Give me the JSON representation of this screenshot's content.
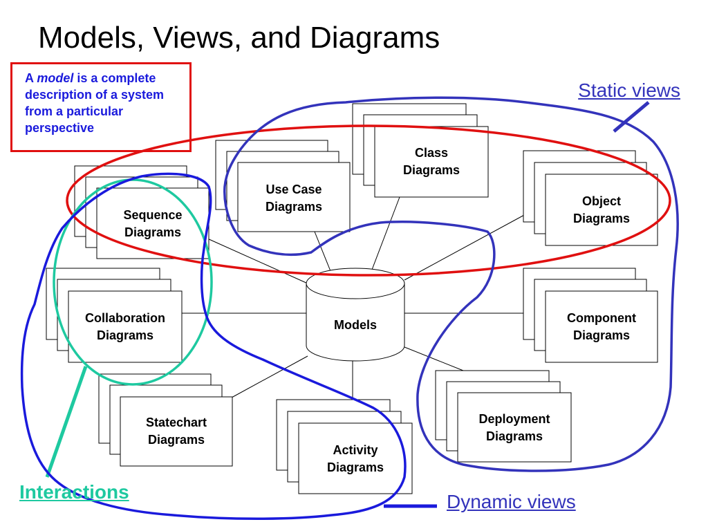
{
  "title": "Models, Views, and Diagrams",
  "definition": {
    "prefix": "A ",
    "emphasis": "model",
    "rest": " is a complete description of a system from a particular perspective"
  },
  "callouts": {
    "static_views": "Static views",
    "dynamic_views": "Dynamic views",
    "interactions": "Interactions"
  },
  "center": "Models",
  "diagrams": [
    {
      "id": "sequence",
      "line1": "Sequence",
      "line2": "Diagrams"
    },
    {
      "id": "use-case",
      "line1": "Use Case",
      "line2": "Diagrams"
    },
    {
      "id": "class",
      "line1": "Class",
      "line2": "Diagrams"
    },
    {
      "id": "object",
      "line1": "Object",
      "line2": "Diagrams"
    },
    {
      "id": "collaboration",
      "line1": "Collaboration",
      "line2": "Diagrams"
    },
    {
      "id": "component",
      "line1": "Component",
      "line2": "Diagrams"
    },
    {
      "id": "statechart",
      "line1": "Statechart",
      "line2": "Diagrams"
    },
    {
      "id": "activity",
      "line1": "Activity",
      "line2": "Diagrams"
    },
    {
      "id": "deployment",
      "line1": "Deployment",
      "line2": "Diagrams"
    }
  ],
  "colors": {
    "static_views": "#3333bb",
    "dynamic_views": "#1a1adc",
    "interactions": "#1ec9a0",
    "model_definition": "#e01010"
  }
}
